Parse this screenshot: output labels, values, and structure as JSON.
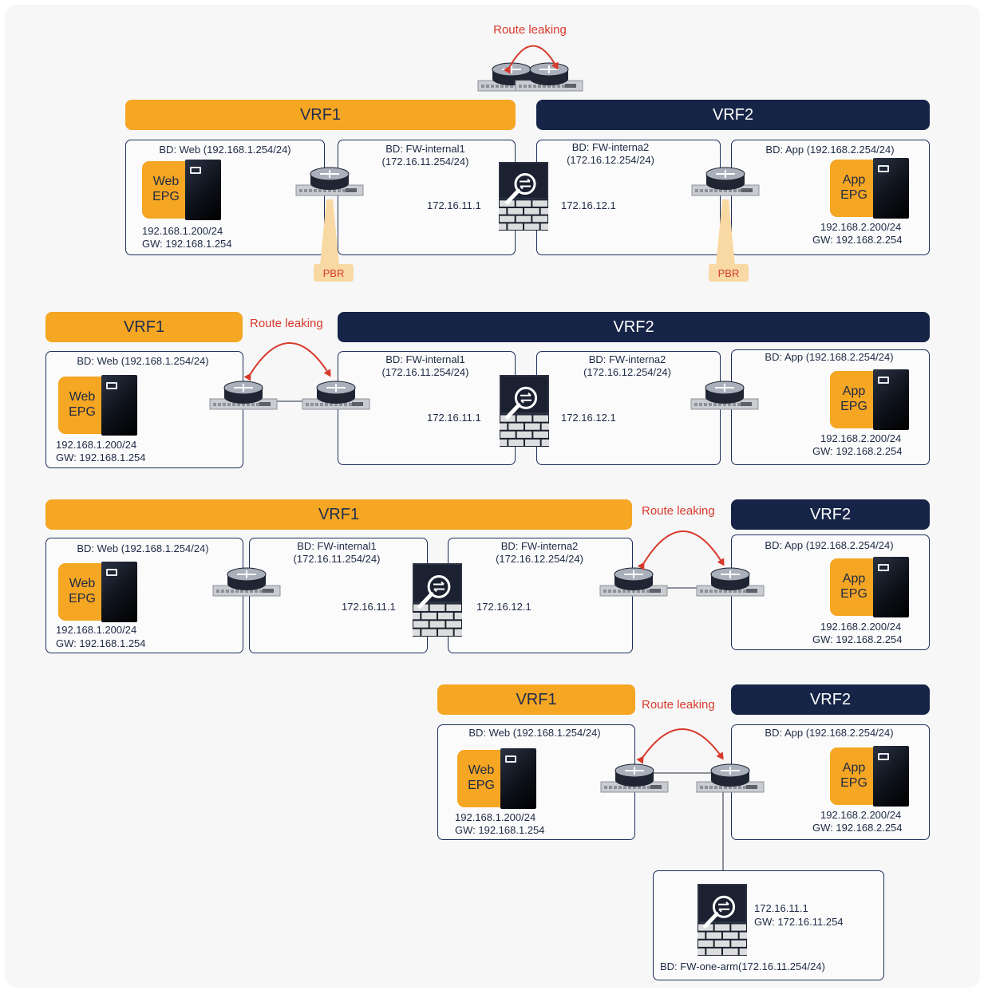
{
  "colors": {
    "vrf1": "#f5a623",
    "vrf2": "#162447",
    "leak": "#d63a2b",
    "border": "#1e2f5a"
  },
  "icons": [
    "router-icon",
    "firewall-icon",
    "server-icon",
    "route-leaking-arrow-icon"
  ],
  "d1": {
    "route_leaking": "Route leaking",
    "vrf1": "VRF1",
    "vrf2": "VRF2",
    "bd_web": "BD: Web (192.168.1.254/24)",
    "web_epg_l1": "Web",
    "web_epg_l2": "EPG",
    "web_ip": "192.168.1.200/24",
    "web_gw": "GW: 192.168.1.254",
    "bd_fw1_l1": "BD: FW-internal1",
    "bd_fw1_l2": "(172.16.11.254/24)",
    "bd_fw2_l1": "BD: FW-interna2",
    "bd_fw2_l2": "(172.16.12.254/24)",
    "fw_ip1": "172.16.11.1",
    "fw_ip2": "172.16.12.1",
    "bd_app": "BD: App (192.168.2.254/24)",
    "app_epg_l1": "App",
    "app_epg_l2": "EPG",
    "app_ip": "192.168.2.200/24",
    "app_gw": "GW: 192.168.2.254",
    "pbr": "PBR"
  },
  "d2": {
    "route_leaking": "Route leaking",
    "vrf1": "VRF1",
    "vrf2": "VRF2",
    "bd_web": "BD: Web (192.168.1.254/24)",
    "web_epg_l1": "Web",
    "web_epg_l2": "EPG",
    "web_ip": "192.168.1.200/24",
    "web_gw": "GW: 192.168.1.254",
    "bd_fw1_l1": "BD: FW-internal1",
    "bd_fw1_l2": "(172.16.11.254/24)",
    "bd_fw2_l1": "BD: FW-interna2",
    "bd_fw2_l2": "(172.16.12.254/24)",
    "fw_ip1": "172.16.11.1",
    "fw_ip2": "172.16.12.1",
    "bd_app": "BD: App (192.168.2.254/24)",
    "app_epg_l1": "App",
    "app_epg_l2": "EPG",
    "app_ip": "192.168.2.200/24",
    "app_gw": "GW: 192.168.2.254"
  },
  "d3": {
    "route_leaking": "Route leaking",
    "vrf1": "VRF1",
    "vrf2": "VRF2",
    "bd_web": "BD: Web (192.168.1.254/24)",
    "web_epg_l1": "Web",
    "web_epg_l2": "EPG",
    "web_ip": "192.168.1.200/24",
    "web_gw": "GW: 192.168.1.254",
    "bd_fw1_l1": "BD: FW-internal1",
    "bd_fw1_l2": "(172.16.11.254/24)",
    "bd_fw2_l1": "BD: FW-interna2",
    "bd_fw2_l2": "(172.16.12.254/24)",
    "fw_ip1": "172.16.11.1",
    "fw_ip2": "172.16.12.1",
    "bd_app": "BD: App (192.168.2.254/24)",
    "app_epg_l1": "App",
    "app_epg_l2": "EPG",
    "app_ip": "192.168.2.200/24",
    "app_gw": "GW: 192.168.2.254"
  },
  "d4": {
    "route_leaking": "Route leaking",
    "vrf1": "VRF1",
    "vrf2": "VRF2",
    "bd_web": "BD: Web (192.168.1.254/24)",
    "web_epg_l1": "Web",
    "web_epg_l2": "EPG",
    "web_ip": "192.168.1.200/24",
    "web_gw": "GW: 192.168.1.254",
    "bd_app": "BD: App (192.168.2.254/24)",
    "app_epg_l1": "App",
    "app_epg_l2": "EPG",
    "app_ip": "192.168.2.200/24",
    "app_gw": "GW: 192.168.2.254",
    "fw_ip": "172.16.11.1",
    "fw_gw": "GW: 172.16.11.254",
    "bd_fw": "BD: FW-one-arm(172.16.11.254/24)"
  }
}
